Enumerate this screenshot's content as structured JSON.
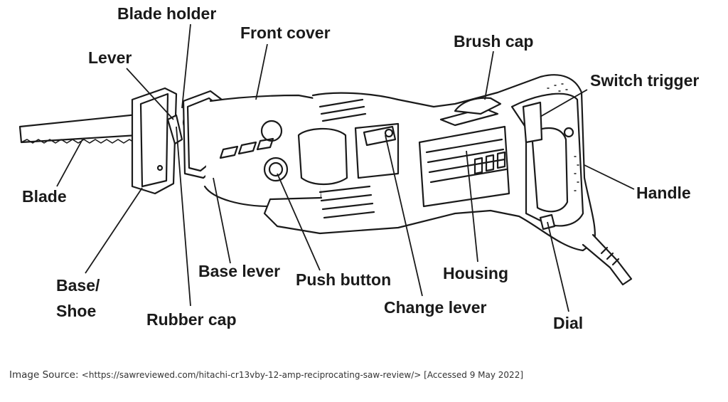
{
  "labels": {
    "blade_holder": "Blade holder",
    "front_cover": "Front cover",
    "brush_cap": "Brush cap",
    "lever": "Lever",
    "switch_trigger": "Switch trigger",
    "blade": "Blade",
    "handle": "Handle",
    "base_shoe_line1": "Base/",
    "base_shoe_line2": "Shoe",
    "base_lever": "Base lever",
    "push_button": "Push button",
    "housing": "Housing",
    "change_lever": "Change lever",
    "rubber_cap": "Rubber cap",
    "dial": "Dial"
  },
  "source": {
    "prefix": "Image Source: ",
    "url": "<https://sawreviewed.com/hitachi-cr13vby-12-amp-reciprocating-saw-review/>",
    "accessed": " [Accessed 9 May 2022]"
  }
}
